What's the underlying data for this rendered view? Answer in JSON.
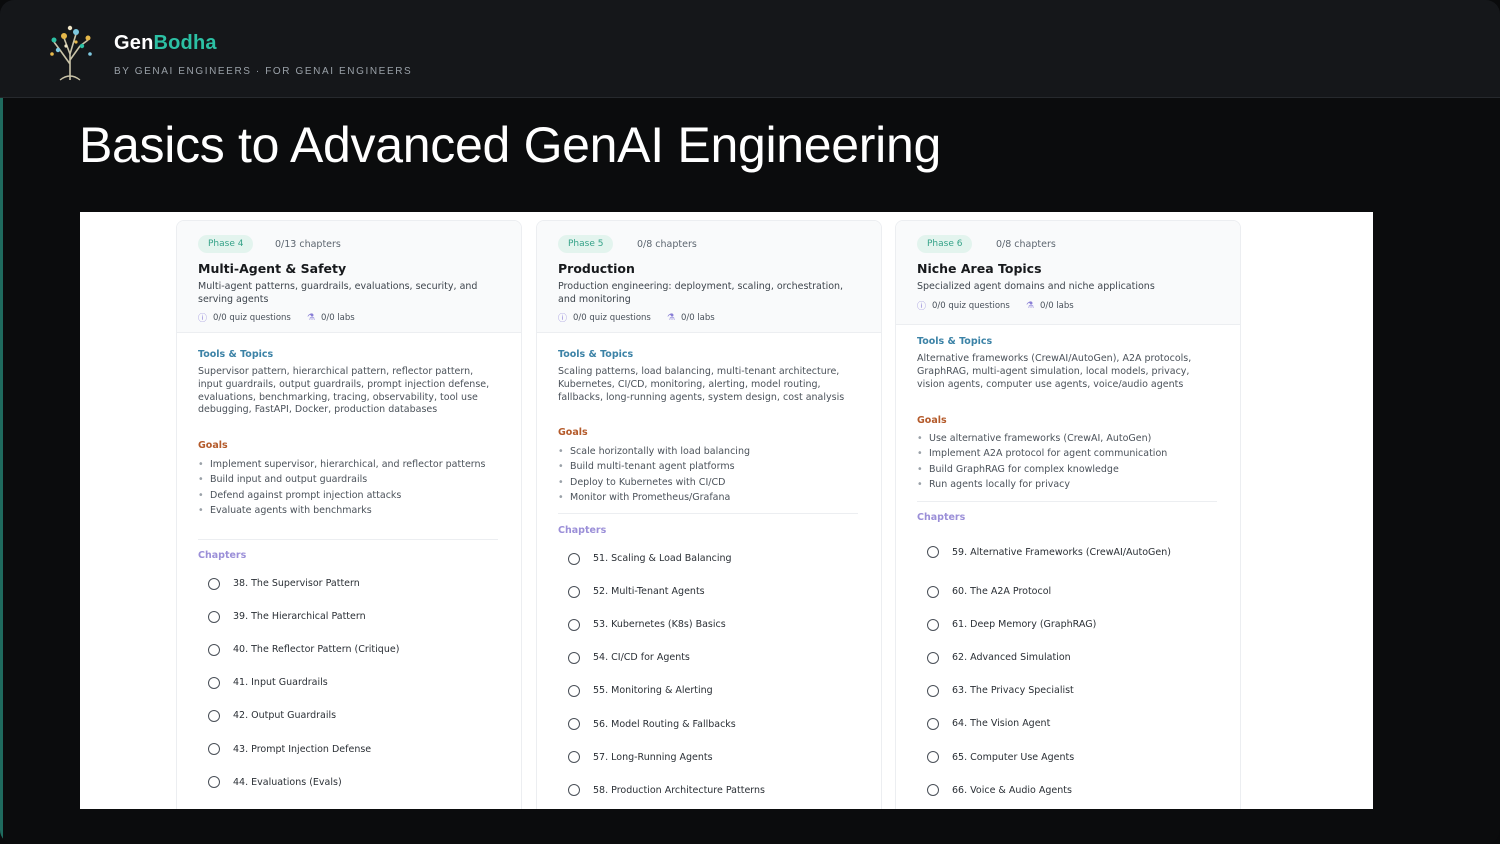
{
  "brand": {
    "name_part1": "Gen",
    "name_part2": "Bodha",
    "tagline": "BY GENAI ENGINEERS · FOR GENAI ENGINEERS"
  },
  "slide_title": "Basics to Advanced GenAI Engineering",
  "colors": {
    "accent": "#2cc0a4",
    "background": "#0b0c0d",
    "tools": "#3b82a6",
    "goals": "#b45a2a",
    "chapters": "#9b8fd8"
  },
  "cards": [
    {
      "phase": "Phase 4",
      "chapters_count": "0/13 chapters",
      "title": "Multi-Agent & Safety",
      "description": "Multi-agent patterns, guardrails, evaluations, security, and serving agents",
      "quiz": "0/0 quiz questions",
      "labs": "0/0 labs",
      "tools_heading": "Tools & Topics",
      "tools": "Supervisor pattern, hierarchical pattern, reflector pattern, input guardrails, output guardrails, prompt injection defense, evaluations, benchmarking, tracing, observability, tool use debugging, FastAPI, Docker, production databases",
      "goals_heading": "Goals",
      "goals": [
        "Implement supervisor, hierarchical, and reflector patterns",
        "Build input and output guardrails",
        "Defend against prompt injection attacks",
        "Evaluate agents with benchmarks"
      ],
      "chapters_heading": "Chapters",
      "chapters": [
        "38. The Supervisor Pattern",
        "39. The Hierarchical Pattern",
        "40. The Reflector Pattern (Critique)",
        "41. Input Guardrails",
        "42. Output Guardrails",
        "43. Prompt Injection Defense",
        "44. Evaluations (Evals)"
      ]
    },
    {
      "phase": "Phase 5",
      "chapters_count": "0/8 chapters",
      "title": "Production",
      "description": "Production engineering: deployment, scaling, orchestration, and monitoring",
      "quiz": "0/0 quiz questions",
      "labs": "0/0 labs",
      "tools_heading": "Tools & Topics",
      "tools": "Scaling patterns, load balancing, multi-tenant architecture, Kubernetes, CI/CD, monitoring, alerting, model routing, fallbacks, long-running agents, system design, cost analysis",
      "goals_heading": "Goals",
      "goals": [
        "Scale horizontally with load balancing",
        "Build multi-tenant agent platforms",
        "Deploy to Kubernetes with CI/CD",
        "Monitor with Prometheus/Grafana"
      ],
      "chapters_heading": "Chapters",
      "chapters": [
        "51. Scaling & Load Balancing",
        "52. Multi-Tenant Agents",
        "53. Kubernetes (K8s) Basics",
        "54. CI/CD for Agents",
        "55. Monitoring & Alerting",
        "56. Model Routing & Fallbacks",
        "57. Long-Running Agents",
        "58. Production Architecture Patterns"
      ]
    },
    {
      "phase": "Phase 6",
      "chapters_count": "0/8 chapters",
      "title": "Niche Area Topics",
      "description": "Specialized agent domains and niche applications",
      "quiz": "0/0 quiz questions",
      "labs": "0/0 labs",
      "tools_heading": "Tools & Topics",
      "tools": "Alternative frameworks (CrewAI/AutoGen), A2A protocols, GraphRAG, multi-agent simulation, local models, privacy, vision agents, computer use agents, voice/audio agents",
      "goals_heading": "Goals",
      "goals": [
        "Use alternative frameworks (CrewAI, AutoGen)",
        "Implement A2A protocol for agent communication",
        "Build GraphRAG for complex knowledge",
        "Run agents locally for privacy"
      ],
      "chapters_heading": "Chapters",
      "chapters": [
        "59. Alternative Frameworks (CrewAI/AutoGen)",
        "60. The A2A Protocol",
        "61. Deep Memory (GraphRAG)",
        "62. Advanced Simulation",
        "63. The Privacy Specialist",
        "64. The Vision Agent",
        "65. Computer Use Agents",
        "66. Voice & Audio Agents"
      ]
    }
  ]
}
